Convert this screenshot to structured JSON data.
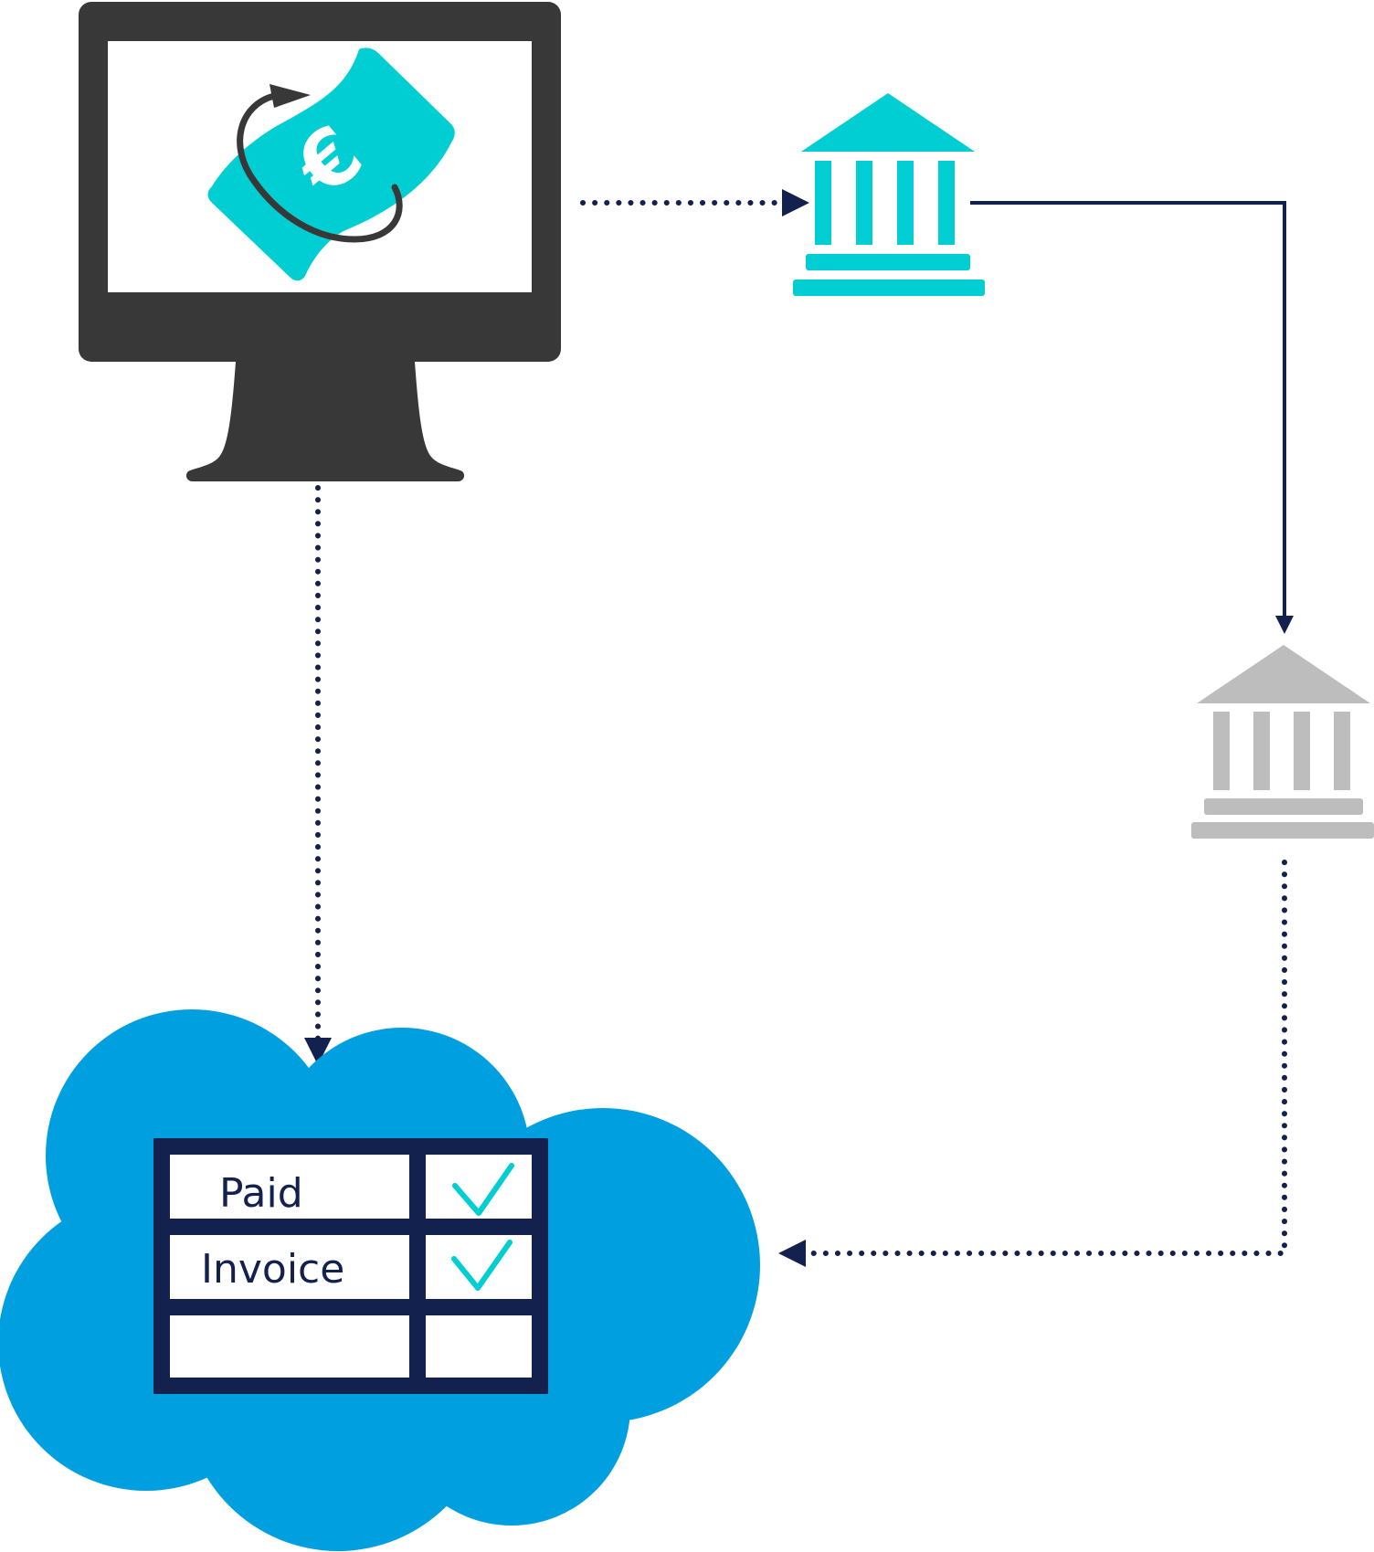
{
  "colors": {
    "monitor": "#383838",
    "note": "#00ced3",
    "bank_primary": "#00ced3",
    "bank_secondary": "#bdbdbd",
    "arrow": "#13214f",
    "cloud": "#009fdf",
    "table_frame": "#13214f",
    "check": "#00ced3"
  },
  "icons": {
    "computer": "monitor-icon",
    "money": "euro-banknote-icon",
    "refresh": "circular-arrow-icon",
    "payer_bank": "bank-building-icon",
    "payee_bank": "bank-building-icon",
    "cloud": "cloud-icon",
    "status_check": "checkmark-icon"
  },
  "nodes": {
    "money_symbol": "€"
  },
  "table": {
    "rows": [
      {
        "label": "Paid",
        "checked": true
      },
      {
        "label": "Invoice",
        "checked": true
      },
      {
        "label": "",
        "checked": false
      }
    ]
  },
  "edges": [
    {
      "from": "computer",
      "to": "payer_bank",
      "style": "dotted"
    },
    {
      "from": "payer_bank",
      "to": "payee_bank",
      "style": "solid"
    },
    {
      "from": "payee_bank",
      "to": "cloud",
      "style": "dotted"
    },
    {
      "from": "computer",
      "to": "cloud",
      "style": "dotted"
    }
  ]
}
